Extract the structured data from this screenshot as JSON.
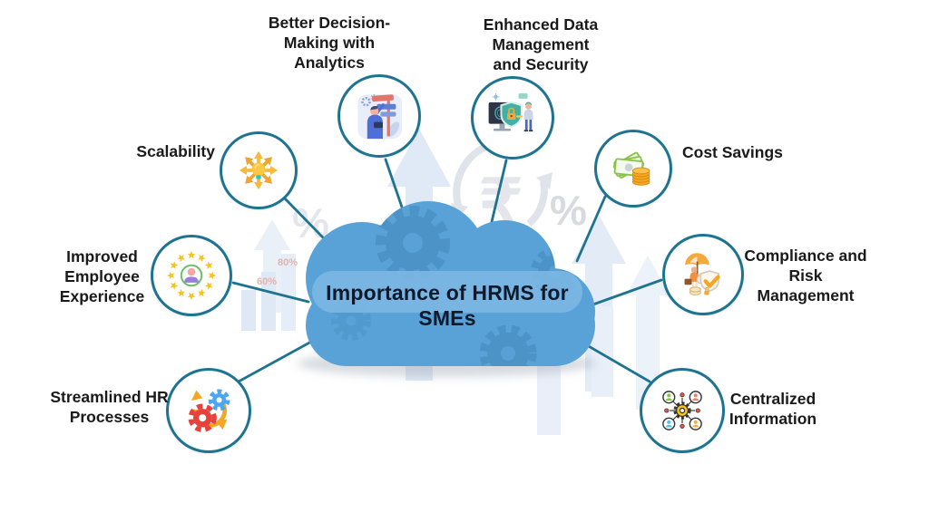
{
  "title": "Importance of HRMS for SMEs",
  "colors": {
    "connector_teal": "#1E7490",
    "cloud_blue": "#58A2D7",
    "cloud_gear_blue": "#4A90C5",
    "title_band_blue": "#7FB9E4",
    "label_text": "#1A1A1A"
  },
  "nodes": [
    {
      "id": "better-decision-making-with-analytics",
      "label": "Better Decision-\nMaking with\nAnalytics",
      "icon": "signpost-person-icon"
    },
    {
      "id": "enhanced-data-management-and-security",
      "label": "Enhanced Data\nManagement\nand Security",
      "icon": "shield-monitor-icon"
    },
    {
      "id": "scalability",
      "label": "Scalability",
      "icon": "lightbulb-expand-arrows-icon"
    },
    {
      "id": "cost-savings",
      "label": "Cost Savings",
      "icon": "banknotes-coins-icon"
    },
    {
      "id": "improved-employee-experience",
      "label": "Improved\nEmployee\nExperience",
      "icon": "person-star-circle-icon"
    },
    {
      "id": "compliance-and-risk-management",
      "label": "Compliance and\nRisk\nManagement",
      "icon": "umbrella-shield-check-icon"
    },
    {
      "id": "streamlined-hr-processes",
      "label": "Streamlined HR\nProcesses",
      "icon": "gears-sync-icon"
    },
    {
      "id": "centralized-information",
      "label": "Centralized\nInformation",
      "icon": "hub-people-gear-icon"
    }
  ],
  "watermarks": {
    "bar_label_60": "60%",
    "bar_label_80": "80%",
    "percent_left": "%",
    "percent_right": "%",
    "currency_symbol": "₹"
  }
}
